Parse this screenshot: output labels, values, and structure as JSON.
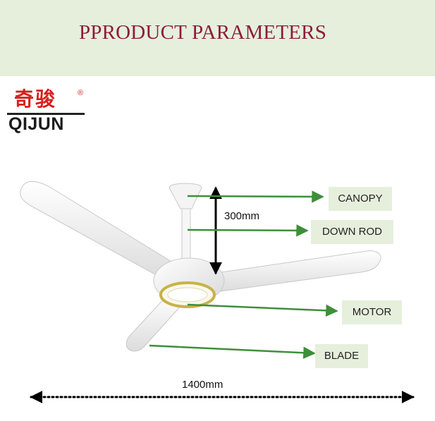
{
  "header": {
    "title": "PPRODUCT PARAMETERS",
    "band_color": "#e6efdc",
    "title_color": "#8e1b3a"
  },
  "logo": {
    "chinese_text": "奇骏",
    "registered_mark": "®",
    "english_text": "QIJUN",
    "chinese_color": "#d8201e"
  },
  "diagram": {
    "subject": "fan-icon",
    "arrow_color": "#3e8f3a",
    "callouts": [
      {
        "id": "canopy",
        "label": "CANOPY"
      },
      {
        "id": "down-rod",
        "label": "DOWN ROD"
      },
      {
        "id": "motor",
        "label": "MOTOR"
      },
      {
        "id": "blade",
        "label": "BLADE"
      }
    ],
    "dimensions": {
      "height_label": "300mm",
      "width_label": "1400mm"
    }
  }
}
